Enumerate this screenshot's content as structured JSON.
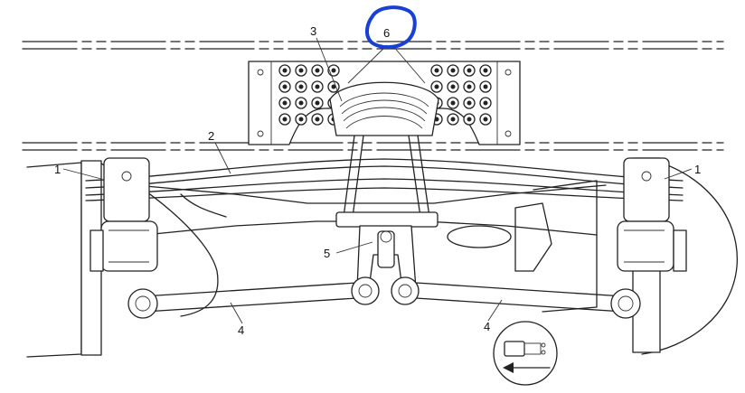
{
  "diagram": {
    "callouts": {
      "label_1_left": "1",
      "label_1_right": "1",
      "label_2": "2",
      "label_3": "3",
      "label_4_left": "4",
      "label_4_right": "4",
      "label_5": "5",
      "label_6": "6"
    },
    "highlight_color": "#1a3fd6",
    "line_color": "#222222",
    "inset_icon": "vehicle-direction-arrow-icon"
  }
}
